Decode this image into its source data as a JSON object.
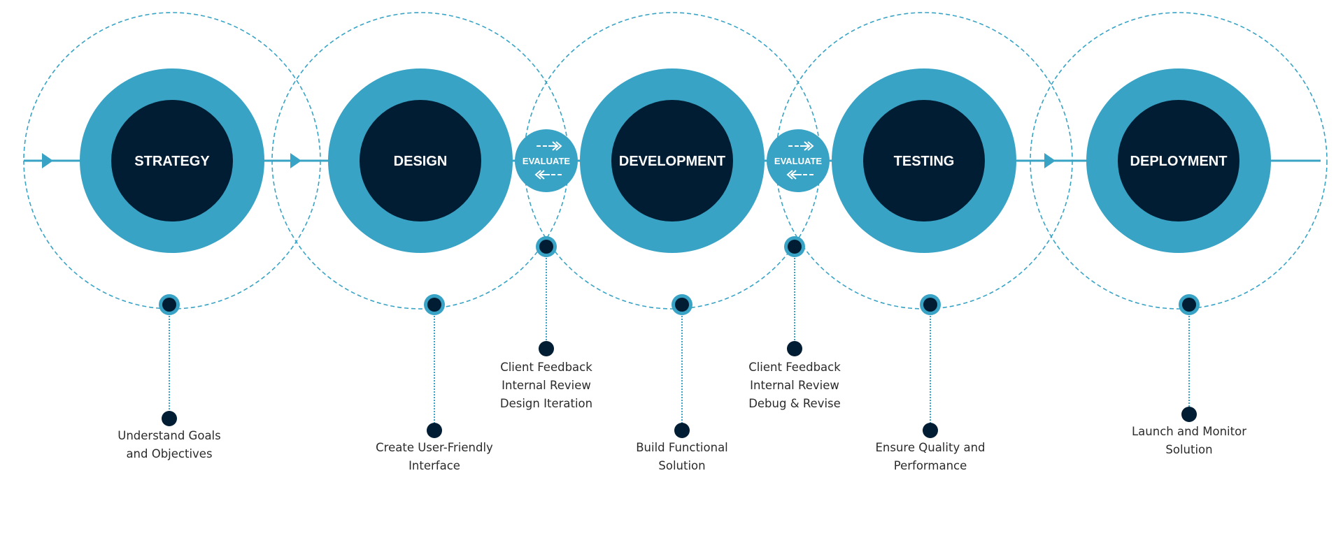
{
  "colors": {
    "teal": "#38a3c5",
    "navy": "#011d33",
    "text": "#2b2b2b"
  },
  "stages": [
    {
      "title": "STRATEGY",
      "description": [
        "Understand Goals",
        "and Objectives"
      ]
    },
    {
      "title": "DESIGN",
      "description": [
        "Create User-Friendly",
        "Interface"
      ]
    },
    {
      "title": "DEVELOPMENT",
      "description": [
        "Build Functional",
        "Solution"
      ]
    },
    {
      "title": "TESTING",
      "description": [
        "Ensure Quality and",
        "Performance"
      ]
    },
    {
      "title": "DEPLOYMENT",
      "description": [
        "Launch and Monitor",
        "Solution"
      ]
    }
  ],
  "evaluations": [
    {
      "title": "EVALUATE",
      "description": [
        "Client Feedback",
        "Internal Review",
        "Design Iteration"
      ]
    },
    {
      "title": "EVALUATE",
      "description": [
        "Client Feedback",
        "Internal Review",
        "Debug & Revise"
      ]
    }
  ]
}
